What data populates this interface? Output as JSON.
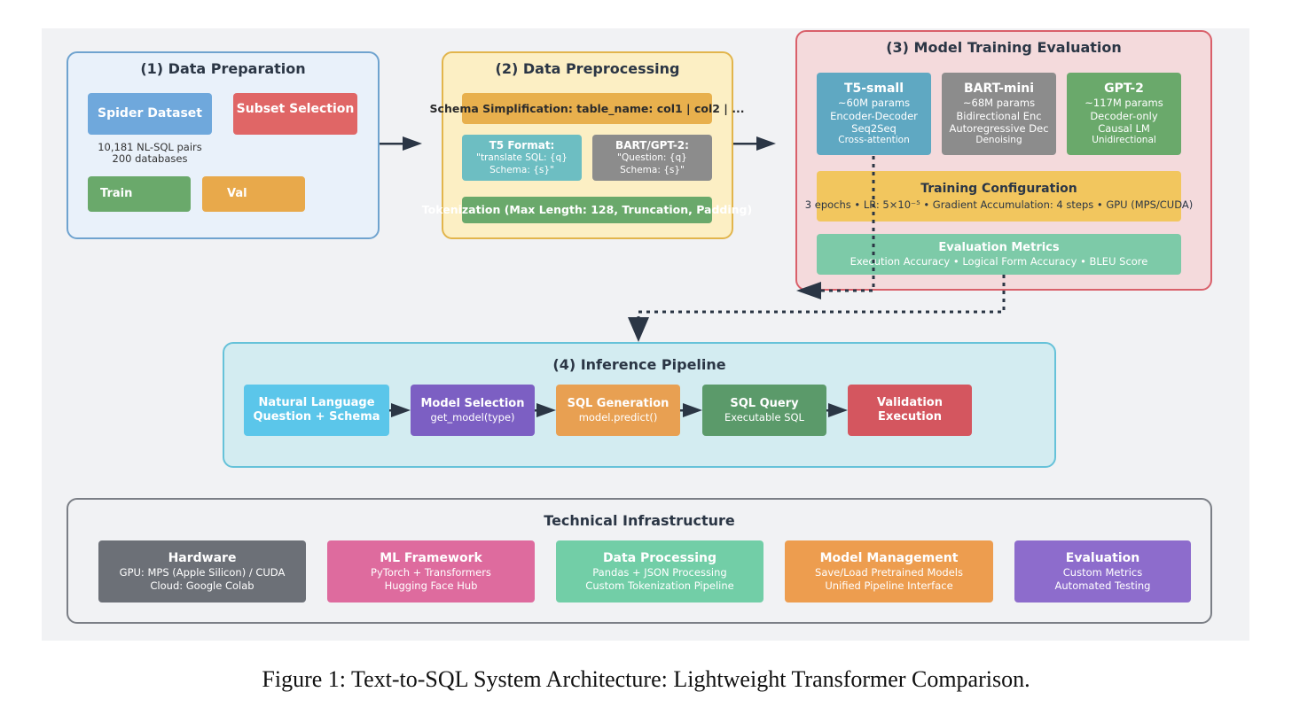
{
  "colors": {
    "blue": "#6fa8dc",
    "red": "#e06666",
    "green": "#6aa96b",
    "orange": "#e8a94b",
    "sand": "#e8b04d",
    "teal": "#6dbec2",
    "gray": "#8c8c8c",
    "lightgreen": "#72c08f",
    "cyan": "#5bc6ea",
    "purple": "#7c5fc3",
    "amber": "#e8a052",
    "darkgreen": "#5b9a6a",
    "crimson": "#d4565f",
    "slate": "#6c7077",
    "pink": "#de6b9e",
    "mint": "#72cea7",
    "violet": "#8d6ccc",
    "arrow": "#2b3645"
  },
  "prep": {
    "title": "(1) Data Preparation",
    "spider": "Spider Dataset",
    "subset": "Subset Selection",
    "stats_line1": "10,181 NL-SQL pairs",
    "stats_line2": "200 databases",
    "train": "Train",
    "val": "Val"
  },
  "preproc": {
    "title": "(2) Data Preprocessing",
    "schema": "Schema Simplification: table_name: col1 | col2 | ...",
    "t5_title": "T5 Format:",
    "t5_line1": "\"translate SQL: {q}",
    "t5_line2": "Schema: {s}\"",
    "bart_title": "BART/GPT-2:",
    "bart_line1": "\"Question: {q}",
    "bart_line2": "Schema: {s}\"",
    "tokenization": "Tokenization (Max Length: 128, Truncation, Padding)"
  },
  "training": {
    "title": "(3) Model Training Evaluation",
    "models": [
      {
        "name": "T5-small",
        "params": "~60M params",
        "l1": "Encoder-Decoder",
        "l2": "Seq2Seq",
        "l3": "Cross-attention"
      },
      {
        "name": "BART-mini",
        "params": "~68M params",
        "l1": "Bidirectional Enc",
        "l2": "Autoregressive Dec",
        "l3": "Denoising"
      },
      {
        "name": "GPT-2",
        "params": "~117M params",
        "l1": "Decoder-only",
        "l2": "Causal LM",
        "l3": "Unidirectional"
      }
    ],
    "config_title": "Training Configuration",
    "config_detail": "3 epochs • LR: 5×10⁻⁵ • Gradient Accumulation: 4 steps • GPU (MPS/CUDA)",
    "metrics_title": "Evaluation Metrics",
    "metrics_detail": "Execution Accuracy • Logical Form Accuracy • BLEU Score"
  },
  "inference": {
    "title": "(4) Inference Pipeline",
    "steps": [
      {
        "l1": "Natural Language",
        "l2": "Question + Schema"
      },
      {
        "l1": "Model Selection",
        "l2": "get_model(type)"
      },
      {
        "l1": "SQL Generation",
        "l2": "model.predict()"
      },
      {
        "l1": "SQL Query",
        "l2": "Executable SQL"
      },
      {
        "l1": "Validation",
        "l2": "Execution"
      }
    ]
  },
  "infra": {
    "title": "Technical Infrastructure",
    "items": [
      {
        "title": "Hardware",
        "l1": "GPU: MPS (Apple Silicon) / CUDA",
        "l2": "Cloud: Google Colab"
      },
      {
        "title": "ML Framework",
        "l1": "PyTorch + Transformers",
        "l2": "Hugging Face Hub"
      },
      {
        "title": "Data Processing",
        "l1": "Pandas + JSON Processing",
        "l2": "Custom Tokenization Pipeline"
      },
      {
        "title": "Model Management",
        "l1": "Save/Load Pretrained Models",
        "l2": "Unified Pipeline Interface"
      },
      {
        "title": "Evaluation",
        "l1": "Custom Metrics",
        "l2": "Automated Testing"
      }
    ]
  },
  "caption": "Figure 1: Text-to-SQL System Architecture: Lightweight Transformer Comparison."
}
